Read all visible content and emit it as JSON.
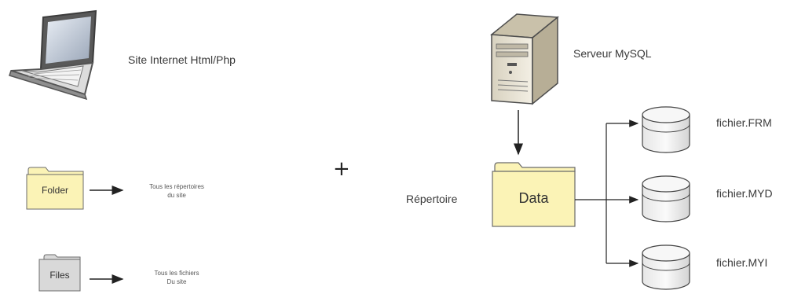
{
  "client": {
    "laptop_label": "Site Internet Html/Php",
    "folder_label": "Folder",
    "folder_desc_line1": "Tous les répertoires",
    "folder_desc_line2": "du site",
    "files_label": "Files",
    "files_desc_line1": "Tous les fichiers",
    "files_desc_line2": "Du site"
  },
  "plus_sign": "+",
  "server": {
    "label": "Serveur MySQL",
    "directory_label": "Répertoire",
    "data_folder_label": "Data",
    "outputs": [
      {
        "label": "fichier.FRM"
      },
      {
        "label": "fichier.MYD"
      },
      {
        "label": "fichier.MYI"
      }
    ]
  },
  "colors": {
    "folder_fill": "#fbf3b6",
    "folder_stroke": "#6b6b6b",
    "files_fill": "#d9d9d9",
    "db_fill": "#f2f2f2",
    "server_fill": "#ece7d8",
    "line": "#333333"
  }
}
